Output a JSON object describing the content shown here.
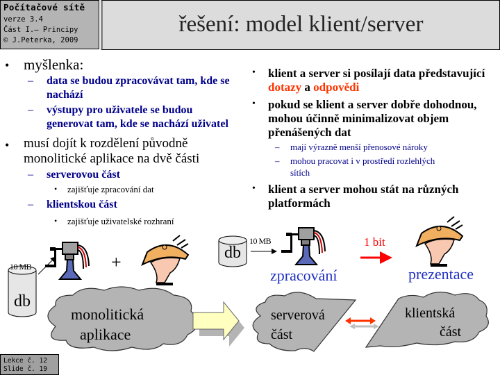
{
  "header": {
    "course_title": "Počítačové sítě",
    "version": "verze 3.4",
    "part": "Část I.– Principy",
    "copyright": "© J.Peterka, 2009"
  },
  "slide_title": "řešení: model klient/server",
  "left_column": {
    "bullet1": "myšlenka:",
    "bullet1_sub1_line1": "data se budou zpracovávat tam, kde se",
    "bullet1_sub1_line2": "nachází",
    "bullet1_sub2_line1": "výstupy pro uživatele se budou",
    "bullet1_sub2_line2": "generovat tam, kde se nachází uživatel",
    "bullet2_line1": "musí dojít k rozdělení původně",
    "bullet2_line2": "monolitické aplikace na dvě části",
    "bullet2_sub1": "serverovou část",
    "bullet2_sub1_detail": "zajišťuje zpracování dat",
    "bullet2_sub2": "klientskou část",
    "bullet2_sub2_detail": "zajišťuje uživatelské rozhraní"
  },
  "right_column": {
    "bullet1_line1": "klient a server si posílají data představující",
    "bullet1_red1": "dotazy",
    "bullet1_and": "a",
    "bullet1_red2": "odpovědi",
    "bullet2_line1": "pokud se klient a server dobře dohodnou,",
    "bullet2_line2": "mohou účinně minimalizovat objem",
    "bullet2_line3": "přenášených dat",
    "bullet2_sub1": "mají výrazně menší přenosové nároky",
    "bullet2_sub2_line1": "mohou pracovat i v prostředí rozlehlých",
    "bullet2_sub2_line2": "sítích",
    "bullet3_line1": "klient a server mohou stát na různých",
    "bullet3_line2": "platformách"
  },
  "diagram": {
    "db_label": "db",
    "size_label": "10 MB",
    "plus": "+",
    "mono_line1": "monolitická",
    "mono_line2": "aplikace",
    "processing_label": "zpracování",
    "presentation_label": "prezentace",
    "bit_label": "1 bit",
    "server_line1": "serverová",
    "server_line2": "část",
    "client_line1": "klientská",
    "client_line2": "část"
  },
  "footer": {
    "lesson": "Lekce č. 12",
    "slide": "Slide č. 19"
  },
  "colors": {
    "navy": "#000090",
    "red_accent": "#ff3300",
    "cloud_gray": "#b4b4b4",
    "arrow_yellow": "#ffffc0"
  }
}
